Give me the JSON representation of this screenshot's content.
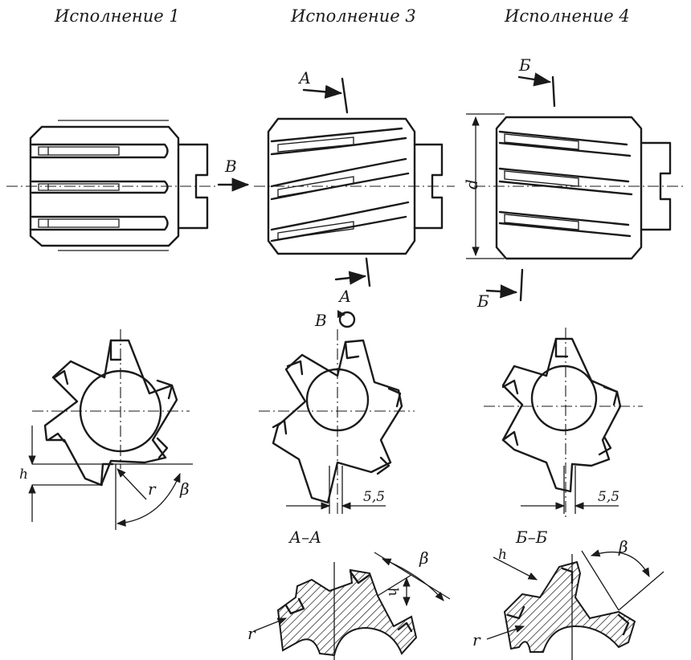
{
  "headers": {
    "version1": "Исполнение 1",
    "version3": "Исполнение 3",
    "version4": "Исполнение 4"
  },
  "labels": {
    "view_arrow": "В",
    "view_marker": "В",
    "section_a_top": "А",
    "section_a_bottom": "А",
    "section_b_top": "Б",
    "section_b_bottom": "Б",
    "diameter": "d",
    "height": "h",
    "radius": "r",
    "angle": "β",
    "dim_v3": "5,5",
    "dim_v4": "5,5",
    "section_aa": "А–А",
    "section_bb": "Б–Б",
    "detail_a_h": "h",
    "detail_a_r": "r",
    "detail_a_beta": "β",
    "detail_b_h": "h",
    "detail_b_r": "r",
    "detail_b_beta": "β"
  },
  "icons": [
    "view-direction-icon"
  ]
}
